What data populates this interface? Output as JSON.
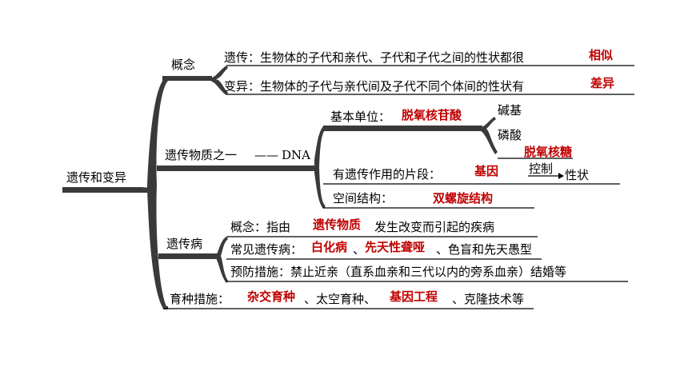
{
  "root": "遗传和变异",
  "concept": {
    "label": "概念",
    "heredity_prefix": "遗传：生物体的子代和亲代、子代和子代之间的性状都很",
    "heredity_answer": "相似",
    "variation_prefix": "变异：生物体的子代与亲代间及子代不同个体间的性状有",
    "variation_answer": "差异"
  },
  "material": {
    "label": "遗传物质之一",
    "dash": "——",
    "dna": "DNA",
    "unit_label": "基本单位：",
    "unit_answer": "脱氧核苷酸",
    "base": "碱基",
    "phosphate": "磷酸",
    "sugar_answer": "脱氧核糖",
    "segment_label": "有遗传作用的片段：",
    "segment_answer": "基因",
    "control": "控制",
    "trait": "性状",
    "structure_label": "空间结构：",
    "structure_answer": "双螺旋结构"
  },
  "disease": {
    "label": "遗传病",
    "concept_prefix": "概念：指由",
    "concept_answer": "遗传物质",
    "concept_suffix": "发生改变而引起的疾病",
    "common_prefix": "常见遗传病：",
    "common_answer1": "白化病",
    "common_sep": "、",
    "common_answer2": "先天性聋哑",
    "common_suffix": "、色盲和先天愚型",
    "prevention": "预防措施：禁止近亲（直系血亲和三代以内的旁系血亲）结婚等"
  },
  "breeding": {
    "label": "育种措施：",
    "answer1": "杂交育种",
    "middle": "、太空育种、",
    "answer2": "基因工程",
    "suffix": "、克隆技术等"
  }
}
